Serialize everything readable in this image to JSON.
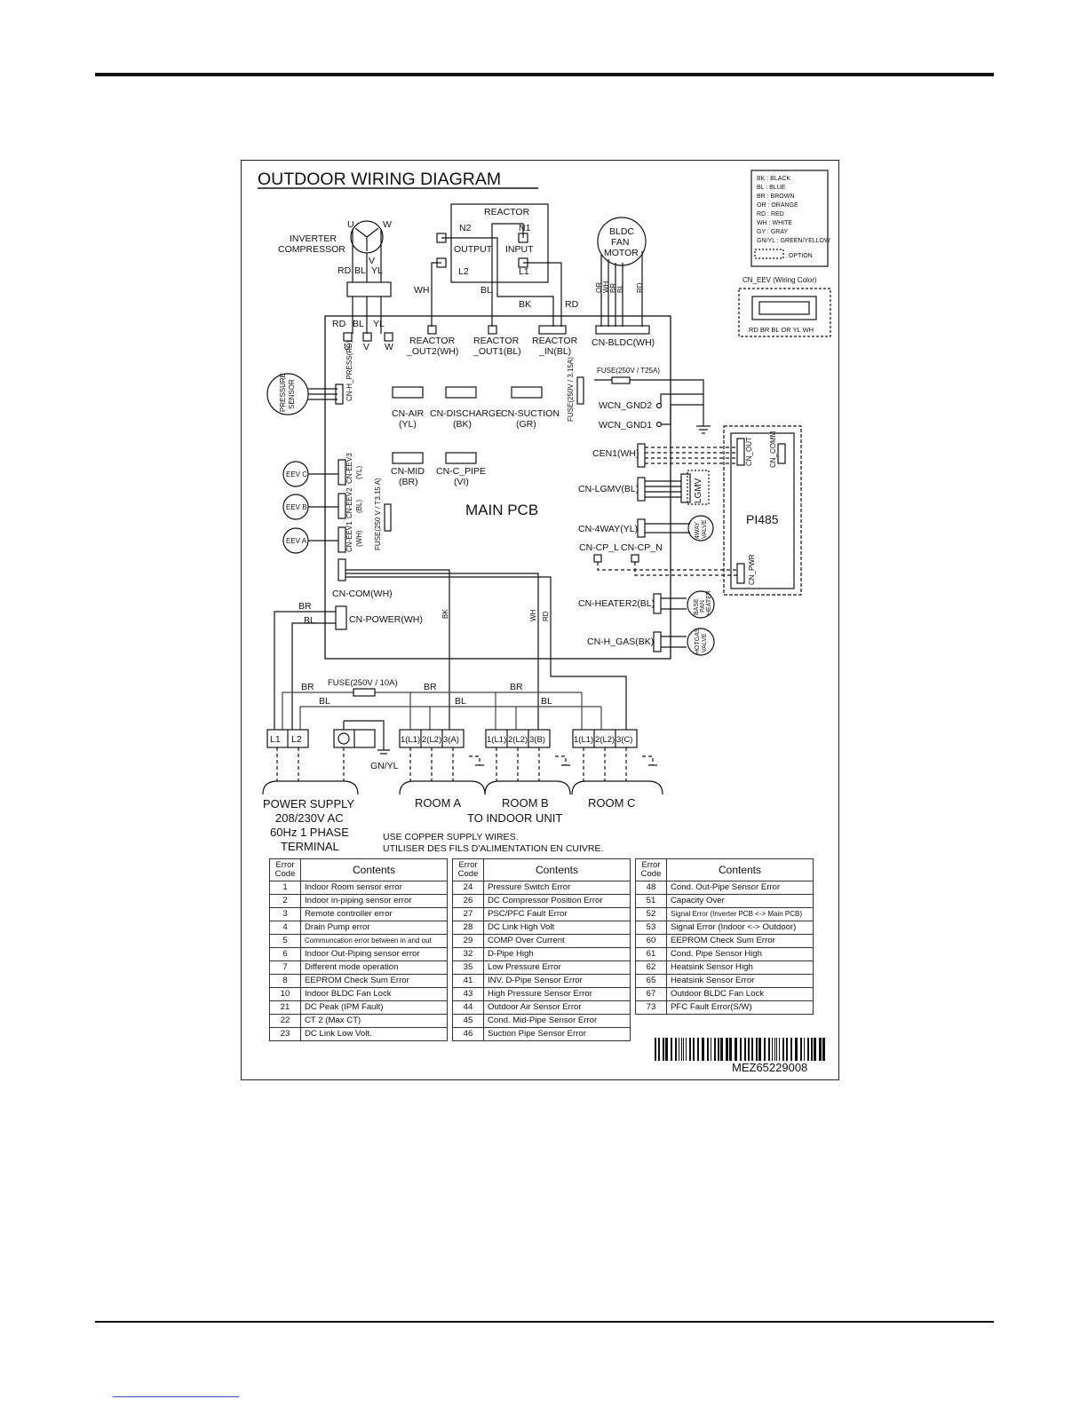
{
  "title": "OUTDOOR WIRING DIAGRAM",
  "legend": {
    "colors": [
      "BK  : BLACK",
      "BL  : BLUE",
      "BR  : BROWN",
      "OR  : ORANGE",
      "RD  : RED",
      "WH  : WHITE",
      "GY  : GRAY",
      "GN/YL : GREEN/YELLOW"
    ],
    "option": ": OPTION"
  },
  "cn_eev": {
    "title": "CN_EEV (Wiring Color)",
    "colors": "RD BR BL OR YL WH"
  },
  "compressor": {
    "label_line1": "INVERTER",
    "label_line2": "COMPRESSOR",
    "u": "U",
    "v": "V",
    "w": "W",
    "wires": [
      "RD",
      "BL",
      "YL"
    ]
  },
  "reactor": {
    "title": "REACTOR",
    "n2": "N2",
    "n1": "N1",
    "output": "OUTPUT",
    "input": "INPUT",
    "l2": "L2",
    "l1": "L1"
  },
  "fan_motor": {
    "line1": "BLDC",
    "line2": "FAN",
    "line3": "MOTOR",
    "wires": [
      "OR",
      "WH",
      "BR",
      "BL",
      "RD"
    ]
  },
  "wires": {
    "wh": "WH",
    "bl": "BL",
    "bk": "BK",
    "rd": "RD",
    "br": "BR"
  },
  "main_pcb": {
    "label": "MAIN PCB",
    "uvw_wires": [
      "RD",
      "BL",
      "YL"
    ],
    "uvw": [
      "U",
      "V",
      "W"
    ],
    "reactor_out2": [
      "REACTOR",
      "_OUT2(WH)"
    ],
    "reactor_out1": [
      "REACTOR",
      "_OUT1(BL)"
    ],
    "reactor_in": [
      "REACTOR",
      "_IN(BL)"
    ],
    "cn_bldc": "CN-BLDC(WH)",
    "fuse_main": "FUSE(250V / T25A)",
    "fuse_315": "FUSE(250V / 3.15A)",
    "fuse_eev": "FUSE(250 V / T3.15 A)",
    "wcn_gnd2": "WCN_GND2",
    "wcn_gnd1": "WCN_GND1",
    "cn_h_press": "CN-H_PRESS(RD)",
    "pressure_sensor": [
      "PRESSURE",
      "SENSOR"
    ],
    "cn_air": [
      "CN-AIR",
      "(YL)"
    ],
    "cn_discharge": [
      "CN-DISCHARGE",
      "(BK)"
    ],
    "cn_suction": [
      "CN-SUCTION",
      "(GR)"
    ],
    "cn_mid": [
      "CN-MID",
      "(BR)"
    ],
    "cn_c_pipe": [
      "CN-C_PIPE",
      "(VI)"
    ],
    "cn_eev3": [
      "CN-EEV3",
      "(YL)"
    ],
    "cn_eev2": [
      "CN-EEV2",
      "(BL)"
    ],
    "cn_eev1": [
      "CN-EEV1",
      "(WH)"
    ],
    "eev_c": "EEV C",
    "eev_b": "EEV B",
    "eev_a": "EEV A",
    "cen1": "CEN1(WH)",
    "cn_lgmv": "CN-LGMV(BL)",
    "lgmv": "LGMV",
    "cn_4way": "CN-4WAY(YL)",
    "four_way_valve": [
      "4WAY",
      "VALVE"
    ],
    "cn_cp_l": "CN-CP_L",
    "cn_cp_n": "CN-CP_N",
    "cn_heater2": "CN-HEATER2(BL)",
    "base_pan_heater": [
      "BASE",
      "PAN",
      "HEATER"
    ],
    "cn_h_gas": "CN-H_GAS(BK)",
    "hotgas_valve": [
      "HOTGAS",
      "VALVE"
    ],
    "cn_com": "CN-COM(WH)",
    "cn_power": "CN-POWER(WH)"
  },
  "pi485": {
    "label": "PI485",
    "cn_out": "CN_OUT",
    "cn_comm": "CN_COMM",
    "cn_pwr": "CN_PWR"
  },
  "terminals": {
    "fuse": "FUSE(250V / 10A)",
    "l1": "L1",
    "l2": "L2",
    "gn_yl": "GN/YL",
    "room_terminals": [
      "1(L1)",
      "2(L2)"
    ],
    "room_a_t3": "3(A)",
    "room_b_t3": "3(B)",
    "room_c_t3": "3(C)"
  },
  "power_supply": [
    "POWER SUPPLY",
    "208/230V AC",
    "60Hz 1 PHASE",
    "TERMINAL"
  ],
  "rooms": {
    "a": "ROOM A",
    "b": "ROOM B",
    "c": "ROOM C",
    "to_indoor": "TO INDOOR UNIT"
  },
  "notice": [
    "USE COPPER SUPPLY WIRES.",
    "UTILISER DES FILS D'ALIMENTATION EN CUIVRE."
  ],
  "error_table_header": {
    "code": [
      "Error",
      "Code"
    ],
    "contents": "Contents"
  },
  "error_codes_1": [
    {
      "code": "1",
      "text": "Indoor Room sensor error"
    },
    {
      "code": "2",
      "text": "Indoor in-piping sensor error"
    },
    {
      "code": "3",
      "text": "Remote controller error"
    },
    {
      "code": "4",
      "text": "Drain Pump error"
    },
    {
      "code": "5",
      "text": "Communcation error between in and out"
    },
    {
      "code": "6",
      "text": "Indoor Out-Piping sensor error"
    },
    {
      "code": "7",
      "text": "Different mode operation"
    },
    {
      "code": "8",
      "text": "EEPROM Check Sum Error"
    },
    {
      "code": "10",
      "text": "Indoor BLDC Fan Lock"
    },
    {
      "code": "21",
      "text": "DC Peak (IPM Fault)"
    },
    {
      "code": "22",
      "text": "CT 2 (Max CT)"
    },
    {
      "code": "23",
      "text": "DC Link Low Volt."
    }
  ],
  "error_codes_2": [
    {
      "code": "24",
      "text": "Pressure Switch Error"
    },
    {
      "code": "26",
      "text": "DC Compressor Position Error"
    },
    {
      "code": "27",
      "text": "PSC/PFC Fault Error"
    },
    {
      "code": "28",
      "text": "DC Link High Volt"
    },
    {
      "code": "29",
      "text": "COMP Over Current"
    },
    {
      "code": "32",
      "text": "D-Pipe High"
    },
    {
      "code": "35",
      "text": "Low Pressure Error"
    },
    {
      "code": "41",
      "text": "INV. D-Pipe Sensor Error"
    },
    {
      "code": "43",
      "text": "High Pressure Sensor Error"
    },
    {
      "code": "44",
      "text": "Outdoor Air Sensor Error"
    },
    {
      "code": "45",
      "text": "Cond. Mid-Pipe Sensor Error"
    },
    {
      "code": "46",
      "text": "Suction Pipe Sensor Error"
    }
  ],
  "error_codes_3": [
    {
      "code": "48",
      "text": "Cond. Out-Pipe Sensor Error"
    },
    {
      "code": "51",
      "text": "Capacity Over"
    },
    {
      "code": "52",
      "text": "Signal Error (Inverter PCB <-> Main PCB)"
    },
    {
      "code": "53",
      "text": "Signal Error (Indoor <-> Outdoor)"
    },
    {
      "code": "60",
      "text": "EEPROM Check Sum Error"
    },
    {
      "code": "61",
      "text": "Cond. Pipe Sensor High"
    },
    {
      "code": "62",
      "text": "Heatsink Sensor High"
    },
    {
      "code": "65",
      "text": "Heatsink Sensor Error"
    },
    {
      "code": "67",
      "text": "Outdoor BLDC Fan Lock"
    },
    {
      "code": "73",
      "text": "PFC Fault Error(S/W)"
    }
  ],
  "part_number": "MEZ65229008"
}
